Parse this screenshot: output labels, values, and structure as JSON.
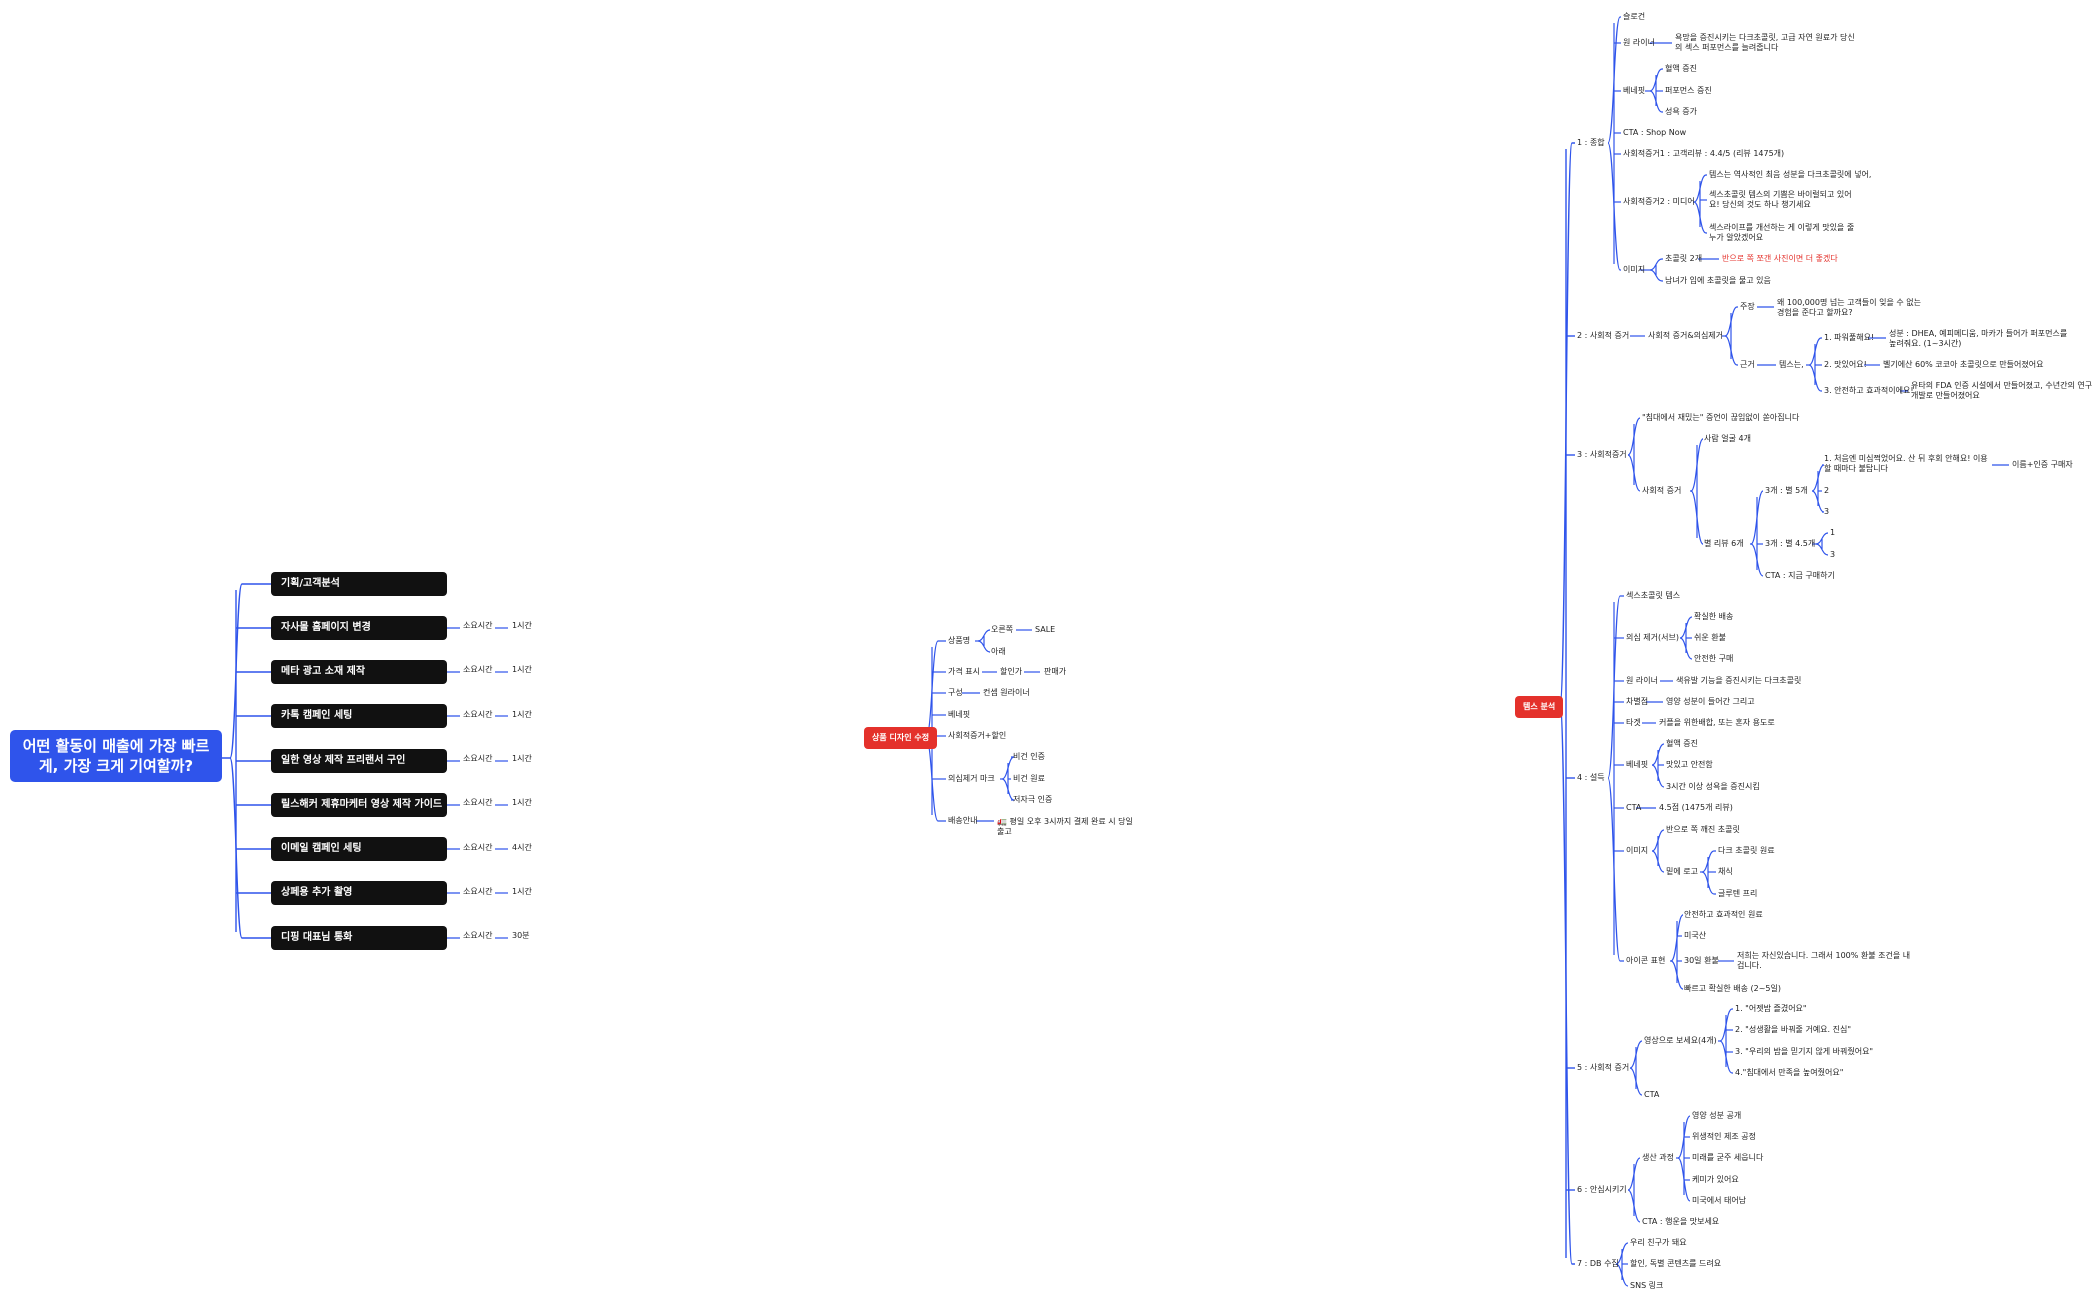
{
  "left": {
    "root": "어떤 활동이 매출에 가장 빠르게, 가장 크게 기여할까?",
    "tasks": [
      {
        "label": "기획/고객분석",
        "time_label": "",
        "time": ""
      },
      {
        "label": "자사몰 홈페이지 변경",
        "time_label": "소요시간",
        "time": "1시간"
      },
      {
        "label": "메타 광고 소재 제작",
        "time_label": "소요시간",
        "time": "1시간"
      },
      {
        "label": "카톡 캠페인 세팅",
        "time_label": "소요시간",
        "time": "1시간"
      },
      {
        "label": "일한 영상 제작 프리랜서 구인",
        "time_label": "소요시간",
        "time": "1시간"
      },
      {
        "label": "릴스해커 제휴마케터 영상 제작 가이드",
        "time_label": "소요시간",
        "time": "1시간"
      },
      {
        "label": "이메일 캠페인 세팅",
        "time_label": "소요시간",
        "time": "4시간"
      },
      {
        "label": "상페용 추가 촬영",
        "time_label": "소요시간",
        "time": "1시간"
      },
      {
        "label": "디핑 대표님 통화",
        "time_label": "소요시간",
        "time": "30분"
      }
    ]
  },
  "middle": {
    "hub": "상품 디자인 수정",
    "b_product": "상품명",
    "b_product_right": "오른쪽",
    "b_sale": "SALE",
    "b_product_below": "아래",
    "b_price": "가격 표시",
    "b_discount": "할인가",
    "b_original": "판매가",
    "b_compose": "구성",
    "b_compose_val": "컨셉 원라이너",
    "b_benefit": "베네핏",
    "b_social": "사회적증거+할인",
    "b_doubt": "의심제거 마크",
    "b_vegan_cert": "비건 인증",
    "b_vegan_ing": "비건 원료",
    "b_low_cert": "저자극 인증",
    "b_ship": "배송안내",
    "b_ship_val": "🚛 평일 오후 3시까지 결제 완료 시 당일 출고"
  },
  "right": {
    "hub": "템스 분석",
    "s1": "1 : 종합",
    "s1_slogan": "슬로건",
    "s1_oneliner": "원 라이너",
    "s1_oneliner_val": "욕망을 증진시키는 다크초콜릿, 고급 자연 원료가 당신의 섹스 퍼포먼스를 늘려줍니다",
    "s1_benefit": "베네핏",
    "s1_ben1": "혈액 증진",
    "s1_ben2": "퍼포먼스 증진",
    "s1_ben3": "성욕 증가",
    "s1_cta": "CTA : Shop Now",
    "s1_sp1": "사회적증거1 : 고객리뷰 : 4.4/5 (리뷰 1475개)",
    "s1_sp2": "사회적증거2 : 미디어",
    "s1_sp2_a": "템스는 역사적인 최음 성분을 다크초콜릿에 넣어,",
    "s1_sp2_b": "섹스초콜릿 템스의 기쁨은 바이럴되고 있어요! 당신의 것도 하나 챙기세요",
    "s1_sp2_c": "섹스라이프를 개선하는 게 이렇게 맛있을 줄 누가 알았겠어요",
    "s1_image": "이미지",
    "s1_img1": "초콜릿 2개",
    "s1_img1_note": "반으로 쪽 쪼갠 사진이면 더 좋겠다",
    "s1_img2": "남녀가 입에 초콜릿을 물고 있음",
    "s2": "2 : 사회적 증거",
    "s2_sub": "사회적 증거&의심제거",
    "s2_claim": "주장",
    "s2_claim_val": "왜 100,000명 넘는 고객들이 잊을 수 없는 경험을 준다고 할까요?",
    "s2_basis": "근거",
    "s2_thems": "템스는,",
    "s2_r1": "1. 파워풀해요!",
    "s2_r1_val": "성분 : DHEA, 예피메디움, 마카가 들어가 퍼포먼스를 높려줘요. (1~3시간)",
    "s2_r2": "2. 맛있어요!",
    "s2_r2_val": "벨기에산 60% 코코아 초콜릿으로 만들어졌어요",
    "s2_r3": "3. 안전하고 효과적이에요!",
    "s2_r3_val": "유타의 FDA 인증 시설에서 만들어졌고, 수년간의 연구 개발로 만들어졌어요",
    "s3": "3 : 사회적증거",
    "s3_quote": "\"침대에서 재밌는\" 증언이 끊임없이 쏟아집니다",
    "s3_sp": "사회적 증거",
    "s3_photo": "사람 얼굴 4개",
    "s3_five": "3개 : 별 5개",
    "s3_rev1": "1. 처음엔 미심쩍었어요. 산 뒤 후회 안해요! 이용 할 때마다 불탑니다",
    "s3_rev1_note": "이름+인증 구매자",
    "s3_r2": "2",
    "s3_r3": "3",
    "s3_stars": "별 리뷰 6개",
    "s3_four": "3개 : 별 4.5개",
    "s3_f1": "1",
    "s3_f3": "3",
    "s3_cta": "CTA : 지금 구매하기",
    "s4": "4 : 설득",
    "s4_sex": "섹스초콜릿 템스",
    "s4_doubt": "의심 제거(서브)",
    "s4_d1": "확실한 배송",
    "s4_d2": "쉬운 환불",
    "s4_d3": "안전한 구매",
    "s4_one": "원 라이너",
    "s4_one_val": "색유발 기능을 증진시키는 다크초콜릿",
    "s4_diff": "차별점",
    "s4_diff_val": "영양 성분이 들어간 그리고",
    "s4_target": "타겟",
    "s4_target_val": "커플을 위한배합, 또는 혼자 용도로",
    "s4_benefit": "베네핏",
    "s4_b1": "혈액 증진",
    "s4_b2": "맛있고 안전함",
    "s4_b3": "3시간 이상 성욕을 증진시킴",
    "s4_cta": "CTA",
    "s4_cta_val": "4.5점 (1475개 리뷰)",
    "s4_image": "이미지",
    "s4_img1": "반으로 쪽 깨진 초콜릿",
    "s4_bottom": "밑에 로고",
    "s4_bt1": "다크 초콜릿 원료",
    "s4_bt2": "채식",
    "s4_bt3": "글루텐 프리",
    "s4_icon": "아이콘 표현",
    "s4_i1": "안전하고 효과적인 원료",
    "s4_i2": "미국산",
    "s4_i3": "30일 환불",
    "s4_i3_val": "저희는 자신있습니다. 그래서 100% 환불 조건을 내겁니다.",
    "s4_i4": "빠르고 확실한 배송 (2~5일)",
    "s5": "5 : 사회적 증거",
    "s5_video": "영상으로 보세요(4개)",
    "s5_v1": "1. \"어젯밤 즐겼어요\"",
    "s5_v2": "2. \"성생활을 바꿔줄 거예요. 진심\"",
    "s5_v3": "3. \"우리의 밤을 믿기지 않게 바꿔줬어요\"",
    "s5_v4": "4.\"침대에서 만족을 높여줬어요\"",
    "s5_cta": "CTA",
    "s6": "6 : 안심시키기",
    "s6_prod": "생산 과정",
    "s6_p1": "영양 성분 공개",
    "s6_p2": "위생적인 제조 공정",
    "s6_p3": "미래를 굳주 세웁니다",
    "s6_p4": "케미가 있어요",
    "s6_p5": "미국에서 태어남",
    "s6_cta": "CTA : 행운을 맛보세요",
    "s7": "7 : DB 수집",
    "s7_a": "우리 친구가 돼요",
    "s7_b": "할인, 독별 콘텐츠를 드려요",
    "s7_c": "SNS 링크"
  }
}
